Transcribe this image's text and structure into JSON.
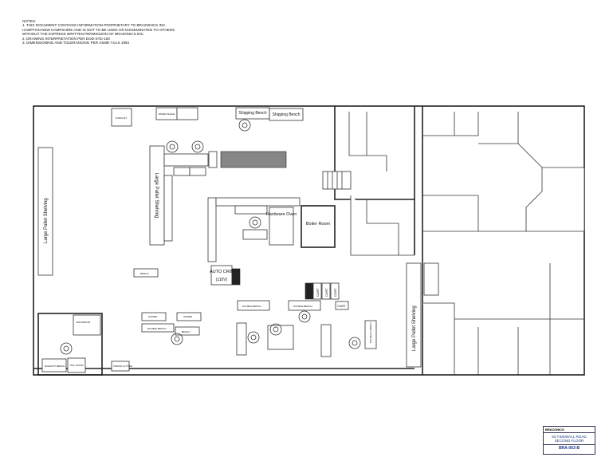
{
  "notes": {
    "lines": [
      "NOTES:",
      "1. THIS DOCUMENT CONTAINS INFORMATION PROPRIETARY TO BRAZONICS INC.",
      "HAMPTON NEW HAMPSHIRE AND IS NOT TO BE USED OR DISSEMINATED TO OTHERS",
      "WITHOUT THE EXPRESS WRITTEN PERMISSION OF BRAZONICS INC.",
      "2. DRAWING INTERPRETATION PER DOD-STD-100",
      "3. DIMENSIONING AND TOLERANCING PER ASME-Y14.5 1994"
    ]
  },
  "title_block": {
    "company": "BRAZONICS",
    "address_line1": "63 TIDEWALL ROAD",
    "address_line2": "SECOND FLOOR",
    "drawing_number": "BRA-063-B"
  },
  "labels": {
    "forklift": "FORKLIFT",
    "paper_shale": "PAPER SHALE",
    "shipping_bench_1": "Shipping Bench",
    "shipping_bench_2": "Shipping Bench",
    "large_pallet_shelving_1": "Large Pallet Shelving",
    "large_pallet_shelving_2": "Large Pallet Shelving",
    "large_pallet_shelving_3": "Large Pallet Shelving",
    "hardware_oven": "Hardware Oven",
    "boiler_room": "Boiler Room",
    "auto_crib": "AUTO CRIB",
    "auto_crib_voltage": "(110V)",
    "cart": "CART",
    "bench": "BENCH",
    "homer_1": "HOMER",
    "homer_2": "HOMER",
    "double_bench_1": "DOUBLE BENCH",
    "double_bench_2": "DOUBLE BENCH",
    "double_bench_3": "DOUBLE BENCH",
    "bathroom": "BATHROOM",
    "exhaust_bench": "EXHAUST BENCH",
    "pac_stand": "PAC STAND",
    "stencil_cutter": "STENCIL CUTTER",
    "double_cabinet": "DOUBLE CABINET",
    "bench_2": "BENCH"
  }
}
